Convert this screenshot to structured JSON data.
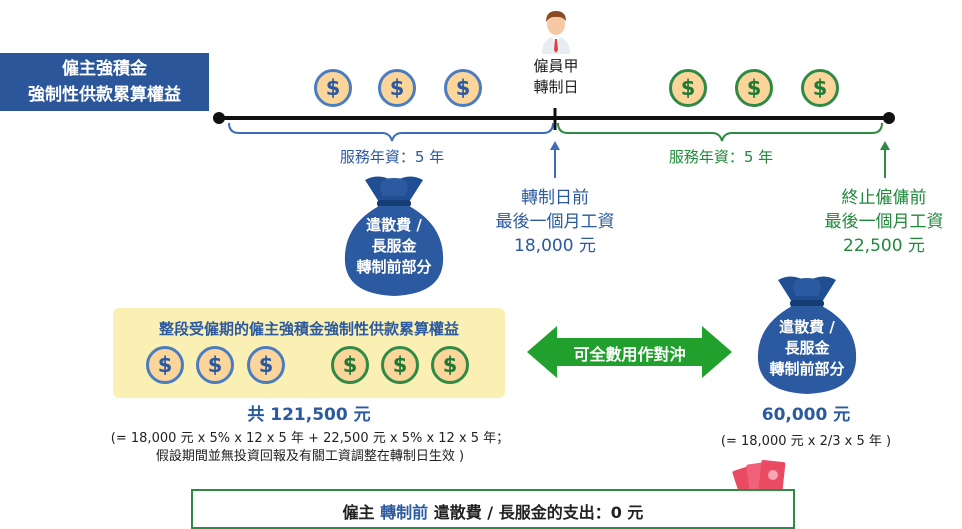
{
  "title": {
    "line1": "僱主強積金",
    "line2": "強制性供款累算權益"
  },
  "employee": {
    "line1": "僱員甲",
    "line2": "轉制日"
  },
  "coin_symbol": "$",
  "service_left": "服務年資：5 年",
  "service_right": "服務年資：5 年",
  "pre_wage": {
    "line1": "轉制日前",
    "line2": "最後一個月工資",
    "line3": "18,000 元"
  },
  "post_wage": {
    "line1": "終止僱傭前",
    "line2": "最後一個月工資",
    "line3": "22,500 元"
  },
  "bag_left": {
    "line1": "遣散費 /",
    "line2": "長服金",
    "line3": "轉制前部分"
  },
  "bag_right": {
    "line1": "遣散費 /",
    "line2": "長服金",
    "line3": "轉制前部分"
  },
  "accrued": {
    "heading": "整段受僱期的僱主強積金強制性供款累算權益",
    "total": "共 121,500 元",
    "formula": "(= 18,000 元 x 5% x 12 x 5 年  +  22,500 元 x 5% x 12 x 5 年；",
    "note": "假設期間並無投資回報及有關工資調整在轉制日生效 )"
  },
  "offset_label": "可全數用作對沖",
  "severance": {
    "total": "60,000 元",
    "formula": "(= 18,000 元 x 2/3 x 5 年 )"
  },
  "bottom": {
    "employer": "僱主",
    "pre": "轉制前",
    "rest": "遣散費 / 長服金的支出：0 元"
  },
  "colors": {
    "blue": "#2b5aa0",
    "green": "#1f8a3a",
    "title_bg": "#2b579a",
    "highlight": "#fbf0b4"
  }
}
